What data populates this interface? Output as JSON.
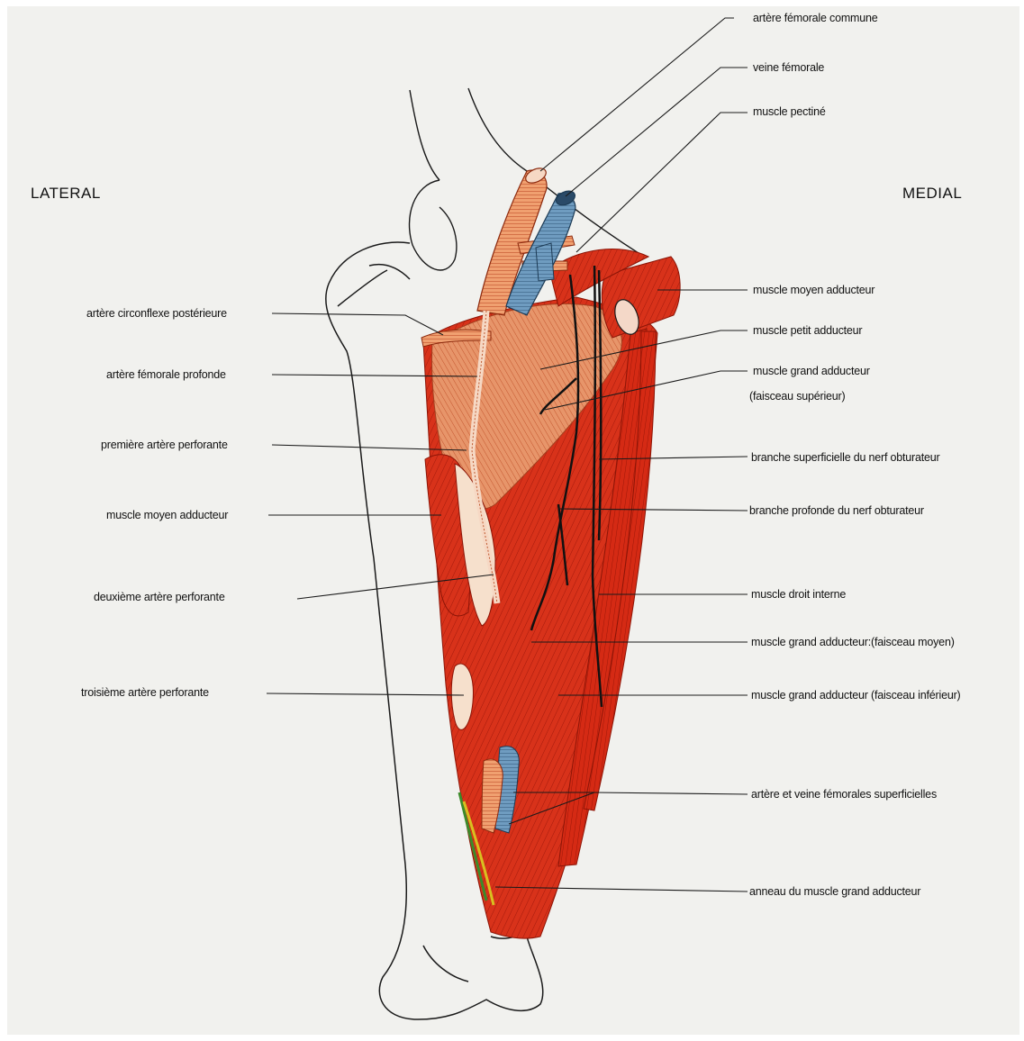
{
  "orientation": {
    "left": "LATERAL",
    "right": "MEDIAL"
  },
  "labels": {
    "arteriole_femorale_commune": "artère fémorale commune",
    "veine_femorale": "veine fémorale",
    "muscle_pectine": "muscle pectiné",
    "muscle_moyen_adducteur_right": "muscle moyen adducteur",
    "muscle_petit_adducteur": "muscle petit adducteur",
    "muscle_grand_adducteur_sup": "muscle grand adducteur",
    "faisceau_superieur": "(faisceau supérieur)",
    "branche_superficielle": "branche superficielle du nerf obturateur",
    "branche_profonde": "branche profonde du nerf obturateur",
    "muscle_droit_interne": "muscle droit interne",
    "grand_adducteur_moyen": "muscle grand adducteur:(faisceau moyen)",
    "grand_adducteur_inferieur": "muscle grand adducteur  (faisceau inférieur)",
    "artere_veine_superficielles": "artère et veine fémorales superficielles",
    "anneau": "anneau du muscle grand adducteur",
    "artere_circonflexe": "artère circonflexe postérieure",
    "artere_femorale_profonde": "artère fémorale profonde",
    "premiere_perforante": "première artère perforante",
    "muscle_moyen_adducteur_left": "muscle moyen adducteur",
    "deuxieme_perforante": "deuxième artère perforante",
    "troisieme_perforante": "troisième artère perforante"
  },
  "colors": {
    "background": "#f1f1ee",
    "muscle": "#d8321a",
    "muscle_light": "#e8845a",
    "artery": "#e06a3a",
    "vein": "#4a7fa8",
    "nerve": "#111111",
    "bone_outline": "#1a1a1a",
    "leader_line": "#1a1a1a"
  }
}
